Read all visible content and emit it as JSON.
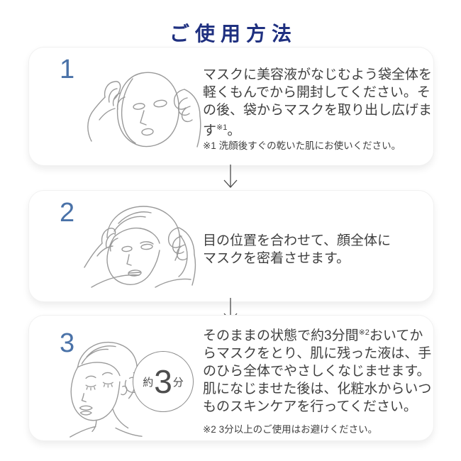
{
  "title": "ご使用方法",
  "steps": [
    {
      "number": "1",
      "body_before": "マスクに美容液がなじむよう袋全体を\n軽くもんでから開封してください。そ\nの後、袋からマスクを取り出し広げま\nす",
      "body_sup": "※1",
      "body_after": "。",
      "note": "※1 洗顔後すぐの乾いた肌にお使いください。"
    },
    {
      "number": "2",
      "body_before": "目の位置を合わせて、顔全体に\nマスクを密着させます。",
      "body_sup": "",
      "body_after": "",
      "note": ""
    },
    {
      "number": "3",
      "body_before": "そのままの状態で約3分間",
      "body_sup": "※2",
      "body_after": "おいてか\nらマスクをとり、肌に残った液は、手\nのひら全体でやさしくなじませます。\n肌になじませた後は、化粧水からいつ\nものスキンケアを行ってください。",
      "note": "※2 3分以上のご使用はお避けください。"
    }
  ],
  "badge": {
    "prefix": "約",
    "value": "3",
    "suffix": "分"
  },
  "colors": {
    "title_navy": "#1f3080",
    "step_number_blue": "#4a72a8",
    "body_text": "#404040",
    "line_art_gray": "#9a9a9a",
    "arrow_gray": "#4a4a4a"
  }
}
